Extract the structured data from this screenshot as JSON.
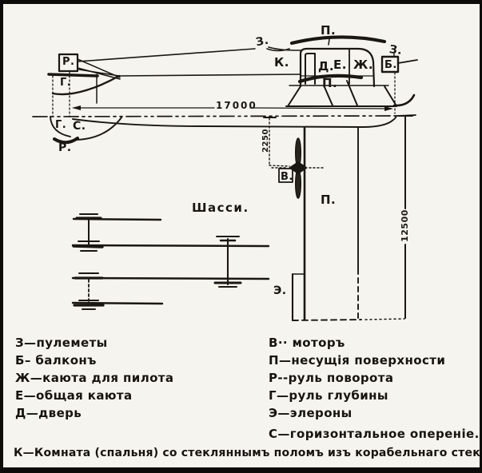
{
  "diagram": {
    "side_view": {
      "p_upper_wing": "П.",
      "z_gun_rear": "З.",
      "k_room": "К.",
      "d_door": "Д.",
      "e_cabin": "Е.",
      "zh_pilot_cabin": "Ж.",
      "b_balcony": "Б.",
      "z_gun_front": "З.",
      "p_lower_wing": "П.",
      "r_rudder": "Р.",
      "g_elevator": "Г."
    },
    "plan_view": {
      "g_elevator": "Г.",
      "s_stabilizer": "С.",
      "r_rudder": "Р.",
      "v_motor": "В.",
      "p_wing": "П.",
      "e_aileron": "Э."
    },
    "dimensions": {
      "fuselage_length": "17000",
      "motor_offset": "2250",
      "half_span": "12500"
    },
    "chassis_title": "Шасси."
  },
  "legend": {
    "left": [
      "З—пулеметы",
      "Б– балконъ",
      "Ж—каюта для пилота",
      "Е—общая каюта",
      "Д—дверь"
    ],
    "right": [
      "В·· моторъ",
      "П—несущія поверхности",
      "Р--руль поворота",
      "Г—руль глубины",
      "Э—элероны",
      "С—горизонтальное опереніе."
    ],
    "footnote": "К—Комната (спальня) со стекляннымъ поломъ изъ корабельнаго стекла."
  },
  "colors": {
    "ink": "#1a1712",
    "paper": "#f5f4ef"
  }
}
